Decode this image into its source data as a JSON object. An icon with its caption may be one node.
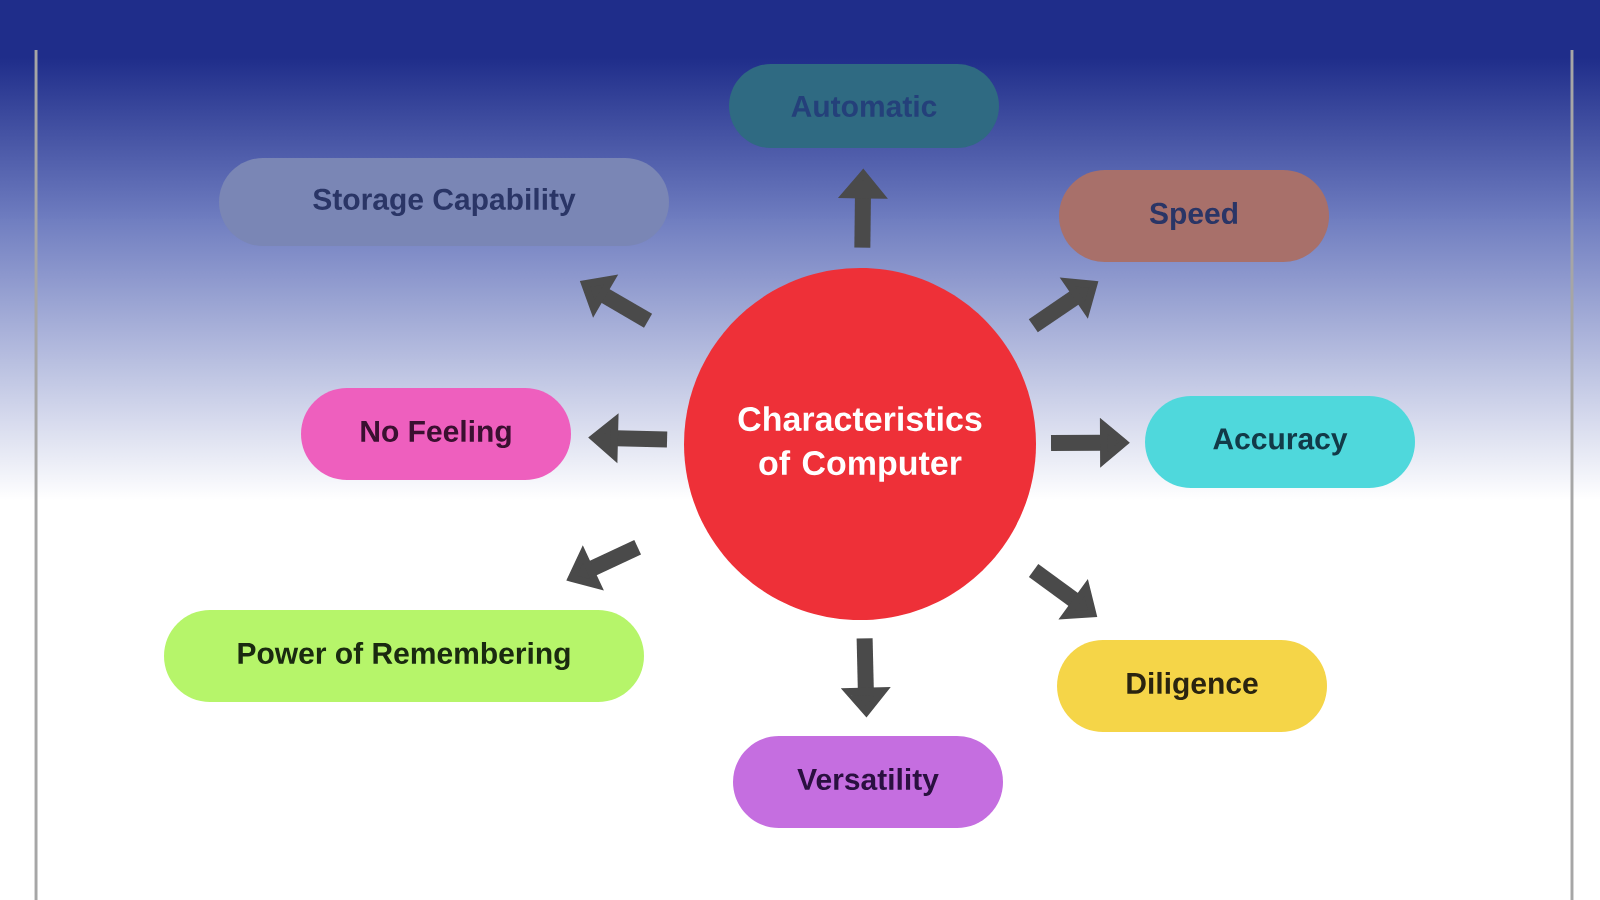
{
  "diagram": {
    "nodes": [
      {
        "text": [
          "Characteristics of Computer"
        ]
      },
      {
        "text": [
          "Automatic"
        ]
      },
      {
        "text": [
          "Storage Capability"
        ]
      },
      {
        "text": [
          "Speed"
        ]
      },
      {
        "text": [
          "No Feeling"
        ]
      },
      {
        "text": [
          "Accuracy"
        ]
      },
      {
        "text": [
          "Power of Remembering"
        ]
      },
      {
        "text": [
          "Diligence"
        ]
      },
      {
        "text": [
          "Versatility"
        ]
      }
    ],
    "edges": [
      {
        "from": 0,
        "to": 1,
        "arrow": "to"
      },
      {
        "from": 0,
        "to": 2,
        "arrow": "to"
      },
      {
        "from": 0,
        "to": 3,
        "arrow": "to"
      },
      {
        "from": 0,
        "to": 4,
        "arrow": "to"
      },
      {
        "from": 0,
        "to": 5,
        "arrow": "to"
      },
      {
        "from": 0,
        "to": 6,
        "arrow": "to"
      },
      {
        "from": 0,
        "to": 7,
        "arrow": "to"
      },
      {
        "from": 0,
        "to": 8,
        "arrow": "to"
      }
    ]
  }
}
